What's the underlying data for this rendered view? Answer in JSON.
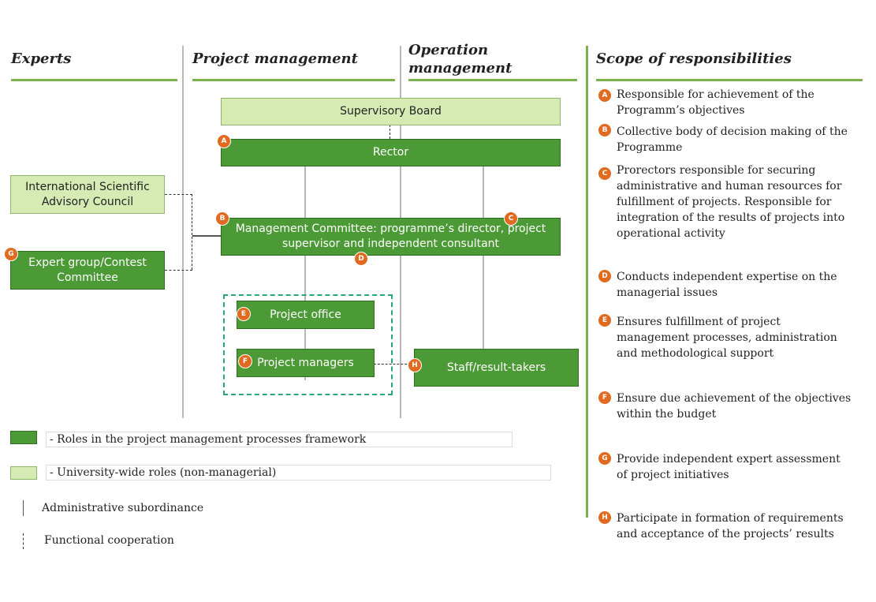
{
  "columns": {
    "experts": "Experts",
    "project_management": "Project management",
    "operation_management_line1": "Operation",
    "operation_management_line2": "management",
    "scope": "Scope of responsibilities"
  },
  "boxes": {
    "supervisory_board": "Supervisory Board",
    "rector": "Rector",
    "advisory_council_line1": "International Scientific",
    "advisory_council_line2": "Advisory Council",
    "management_committee_line1": "Management Committee: programme’s director, project",
    "management_committee_line2": "supervisor and independent consultant",
    "expert_group_line1": "Expert group/Contest",
    "expert_group_line2": "Committee",
    "project_office": "Project office",
    "project_managers": "Project managers",
    "staff": "Staff/result-takers"
  },
  "badges": {
    "a": "A",
    "b": "B",
    "c": "C",
    "d": "D",
    "e": "E",
    "f": "F",
    "g": "G",
    "h": "H"
  },
  "responsibilities": [
    {
      "badge": "A",
      "line1": "Responsible for achievement of the",
      "line2": "Programm’s objectives"
    },
    {
      "badge": "B",
      "line1": "Collective body of decision making of the",
      "line2": "Programme"
    },
    {
      "badge": "C",
      "line1": "Prorectors responsible for securing",
      "line2": "administrative and human resources for",
      "line3": "fulfillment of projects. Responsible for",
      "line4": "integration of the results of projects into",
      "line5": "operational activity"
    },
    {
      "badge": "D",
      "line1": "Conducts independent expertise on the",
      "line2": "managerial issues"
    },
    {
      "badge": "E",
      "line1": "Ensures fulfillment of project",
      "line2": "management processes, administration",
      "line3": "and methodological support"
    },
    {
      "badge": "F",
      "line1": "Ensure due achievement of the objectives",
      "line2": "within the budget"
    },
    {
      "badge": "G",
      "line1": "Provide independent expert assessment",
      "line2": "of project initiatives"
    },
    {
      "badge": "H",
      "line1": "Participate in formation of requirements",
      "line2": "and acceptance of the projects’ results"
    }
  ],
  "legend": {
    "dark": "- Roles in the project management processes framework",
    "light": "- University-wide roles (non-managerial)",
    "solid": "Administrative subordinance",
    "dashed": "Functional  cooperation"
  },
  "colors": {
    "dark_green": "#4c9a36",
    "light_green": "#d6ebb4",
    "badge_orange": "#e06a1f",
    "rule_green": "#7cb24d",
    "dashed_teal": "#26a77c"
  }
}
